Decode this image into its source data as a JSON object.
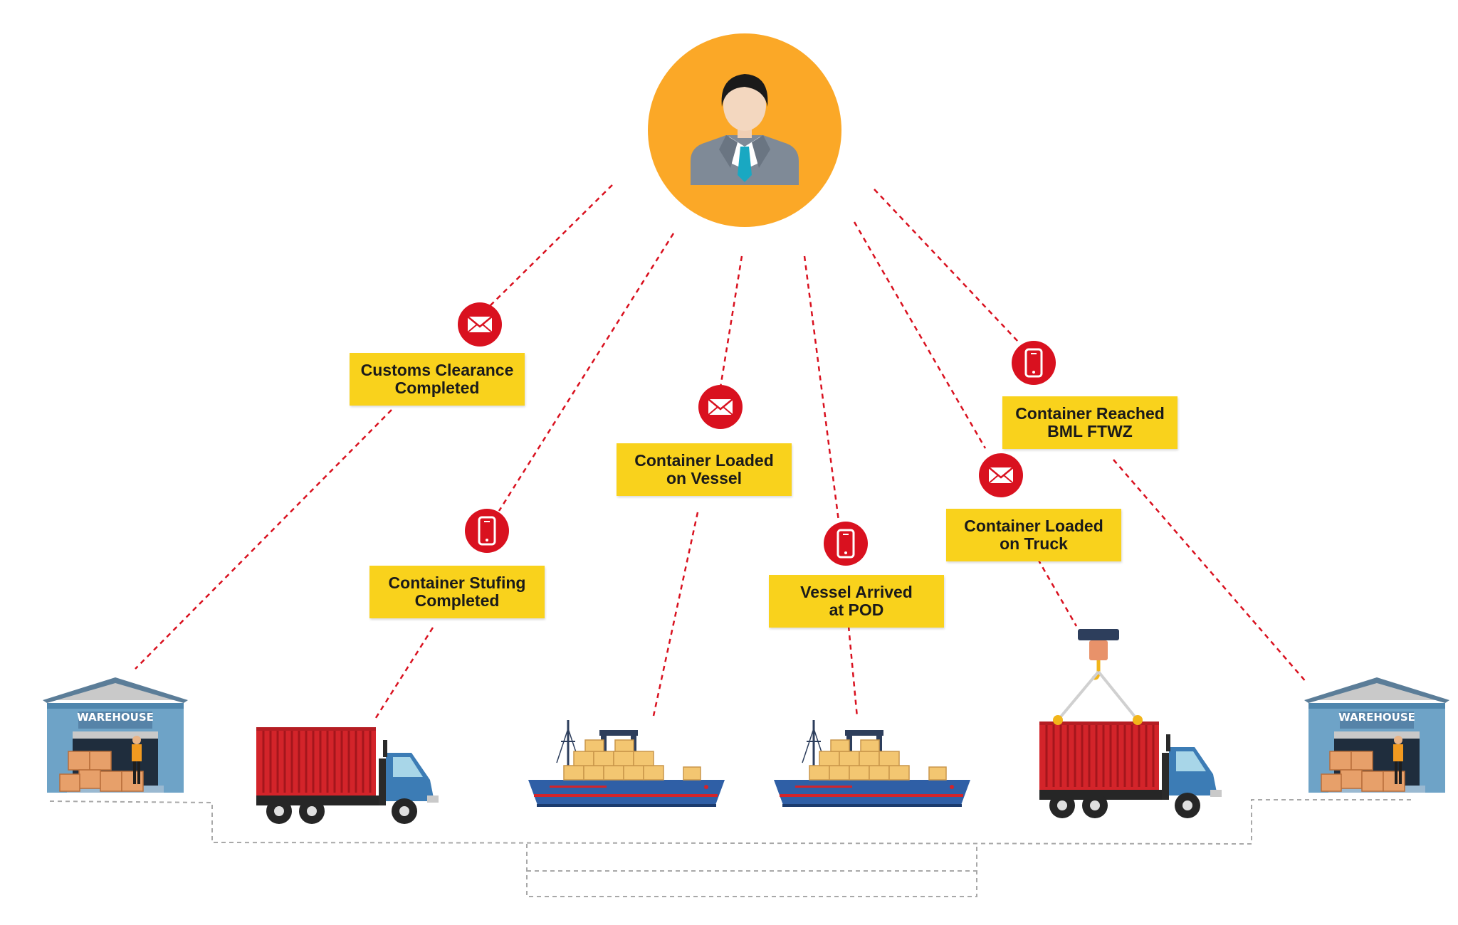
{
  "colors": {
    "accent_red": "#d9111f",
    "label_yellow": "#f9d21c",
    "avatar_orange": "#fba827",
    "truck_blue": "#3c7cb5",
    "container_red": "#d3242a",
    "warehouse_blue": "#6ea3c7",
    "ship_blue": "#2f5fa6"
  },
  "events": [
    {
      "line1": "Customs Clearance",
      "line2": "Completed",
      "icon": "email-icon"
    },
    {
      "line1": "Container Stufing",
      "line2": "Completed",
      "icon": "mobile-phone-icon"
    },
    {
      "line1": "Container Loaded",
      "line2": "on Vessel",
      "icon": "email-icon"
    },
    {
      "line1": "Vessel Arrived",
      "line2": "at POD",
      "icon": "mobile-phone-icon"
    },
    {
      "line1": "Container Loaded",
      "line2": "on Truck",
      "icon": "email-icon"
    },
    {
      "line1": "Container Reached",
      "line2": "BML FTWZ",
      "icon": "mobile-phone-icon"
    }
  ],
  "warehouses": {
    "left": {
      "sign": "WAREHOUSE"
    },
    "right": {
      "sign": "WAREHOUSE"
    }
  }
}
